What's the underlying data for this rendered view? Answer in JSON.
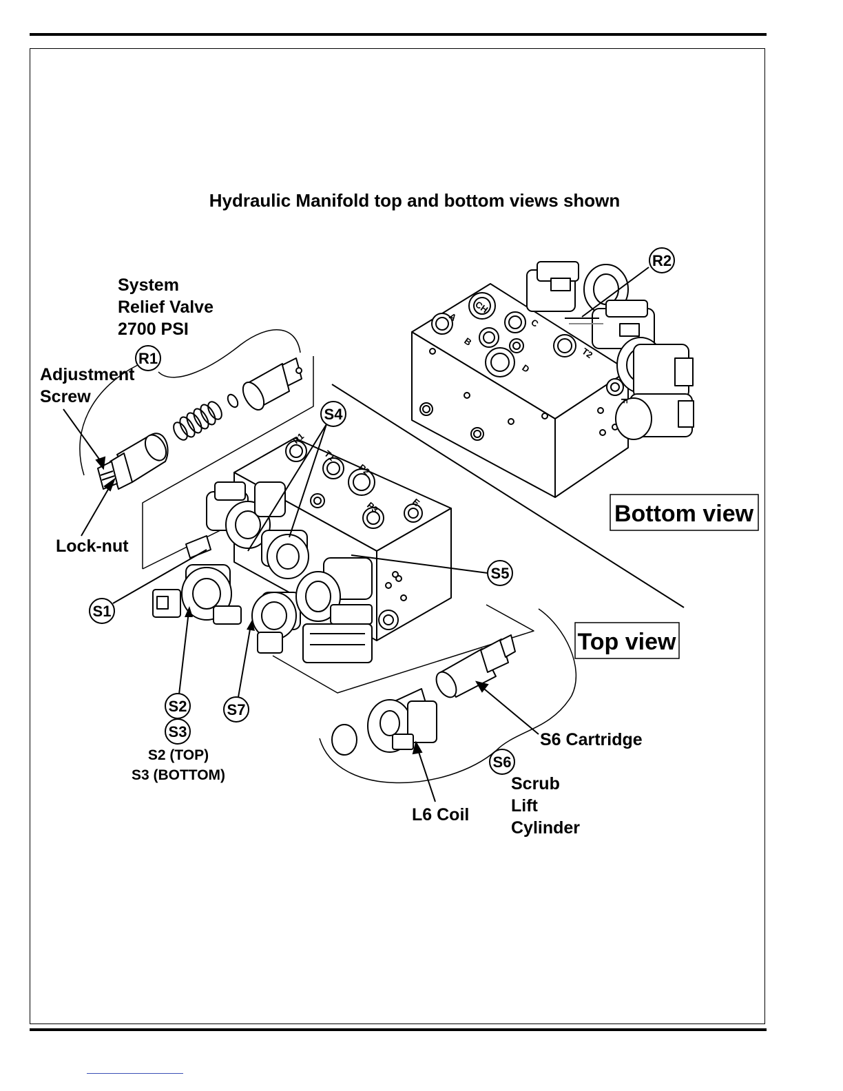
{
  "title": "Hydraulic Manifold top and bottom views shown",
  "views": {
    "bottom": "Bottom view",
    "top": "Top view"
  },
  "labels": {
    "system_relief_1": "System",
    "system_relief_2": "Relief Valve",
    "system_relief_3": "2700 PSI",
    "adjustment_1": "Adjustment",
    "adjustment_2": "Screw",
    "lock_nut": "Lock-nut",
    "s2_top": "S2 (TOP)",
    "s3_bottom": "S3 (BOTTOM)",
    "s6_cartridge": "S6 Cartridge",
    "l6_coil": "L6 Coil",
    "scrub_1": "Scrub",
    "scrub_2": "Lift",
    "scrub_3": "Cylinder"
  },
  "callouts": [
    "R1",
    "R2",
    "S1",
    "S2",
    "S3",
    "S4",
    "S5",
    "S6",
    "S7"
  ],
  "ports": {
    "bottom": [
      "A",
      "CH",
      "B",
      "C",
      "D",
      "T2",
      "F"
    ],
    "top": [
      "P1",
      "T1",
      "P2",
      "P3",
      "E"
    ]
  }
}
